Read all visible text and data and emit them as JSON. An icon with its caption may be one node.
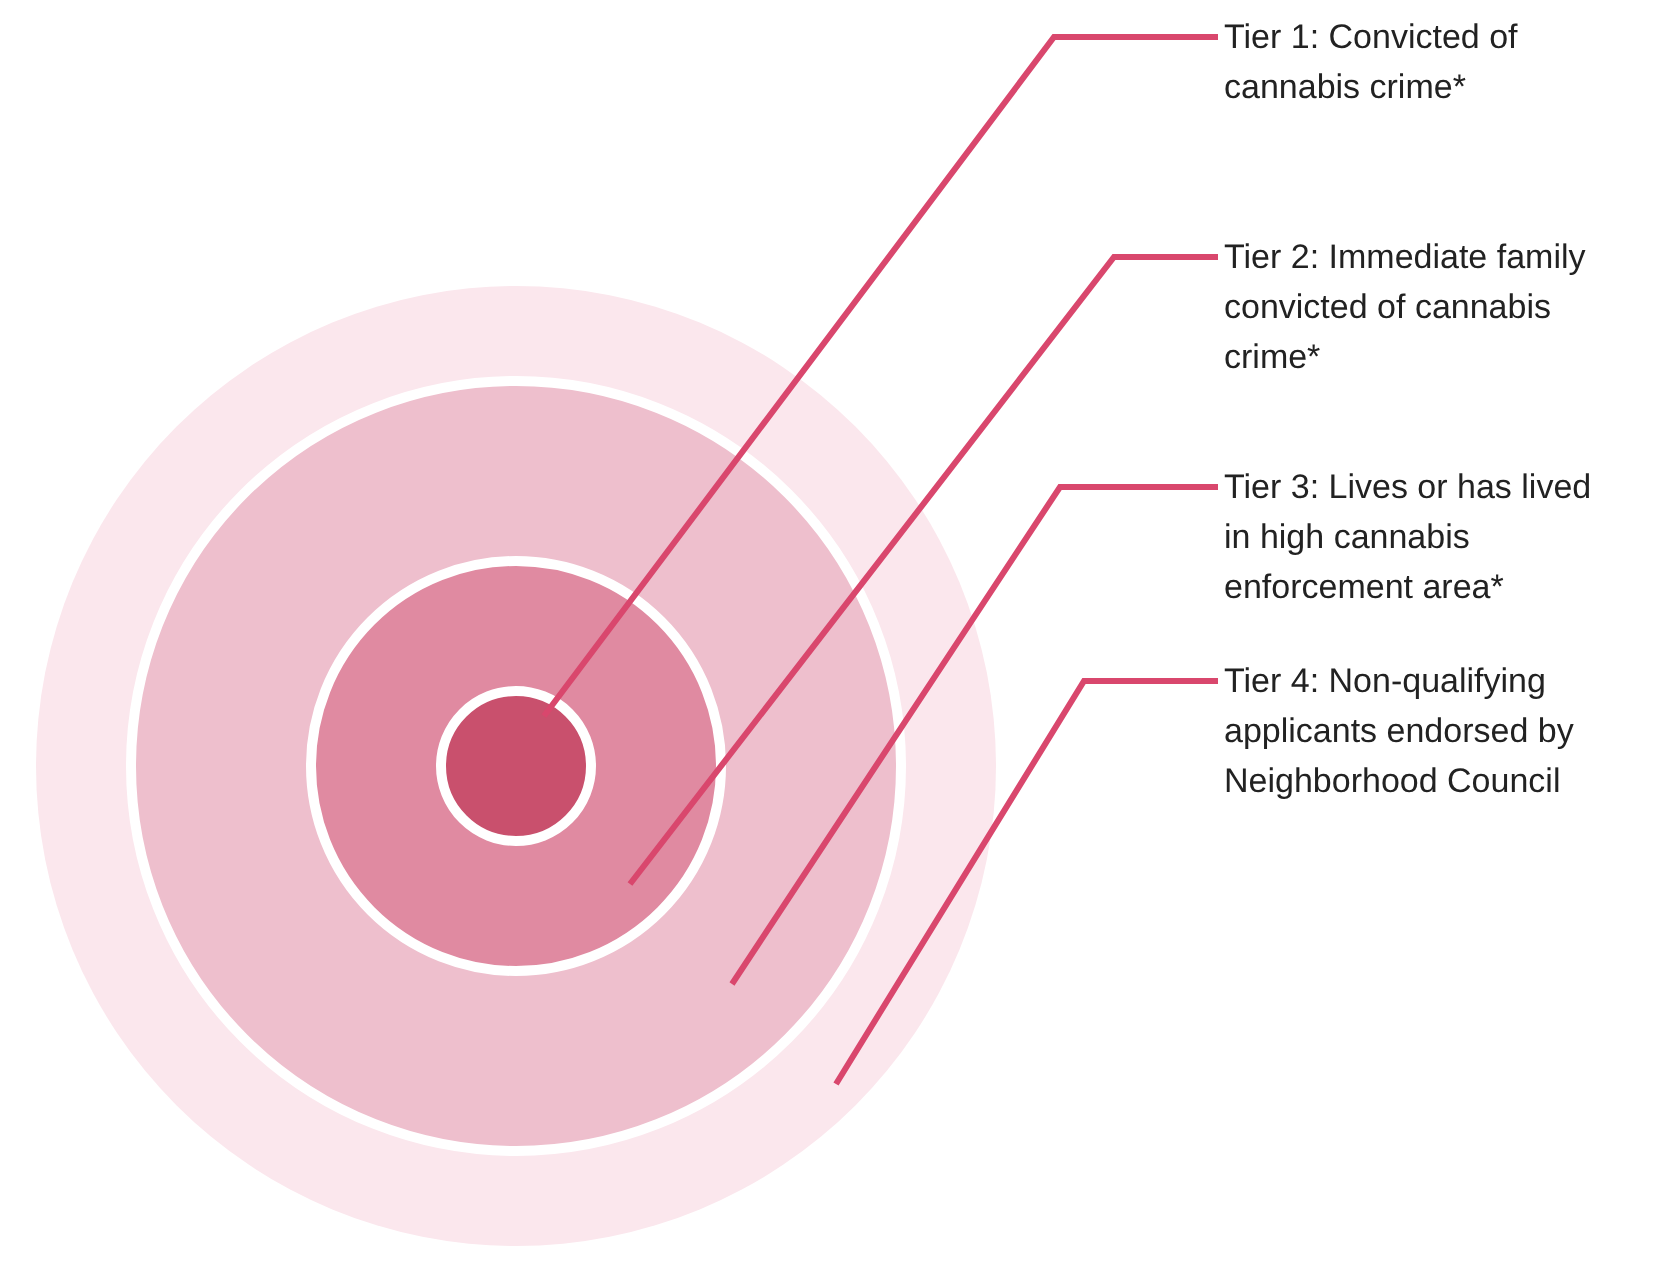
{
  "diagram": {
    "nodes": [
      {
        "text": [],
        "shape": "circle"
      },
      {
        "text": [],
        "shape": "circle",
        "in": 0
      },
      {
        "text": [],
        "shape": "circle",
        "in": 1
      },
      {
        "text": [],
        "shape": "circle",
        "in": 2
      },
      {
        "text": [
          "Tier 1: Convicted of cannabis crime*"
        ]
      },
      {
        "text": [
          "Tier 2: Immediate family convicted of cannabis crime*"
        ]
      },
      {
        "text": [
          "Tier 3: Lives or has lived in high cannabis enforcement area*"
        ]
      },
      {
        "text": [
          "Tier 4: Non-qualifying applicants endorsed by Neighborhood Council"
        ]
      }
    ],
    "edges": [
      {
        "from": 4,
        "to": 3,
        "arrow": "none"
      },
      {
        "from": 5,
        "to": 2,
        "arrow": "none"
      },
      {
        "from": 6,
        "to": 1,
        "arrow": "none"
      },
      {
        "from": 7,
        "to": 0,
        "arrow": "none"
      }
    ]
  }
}
